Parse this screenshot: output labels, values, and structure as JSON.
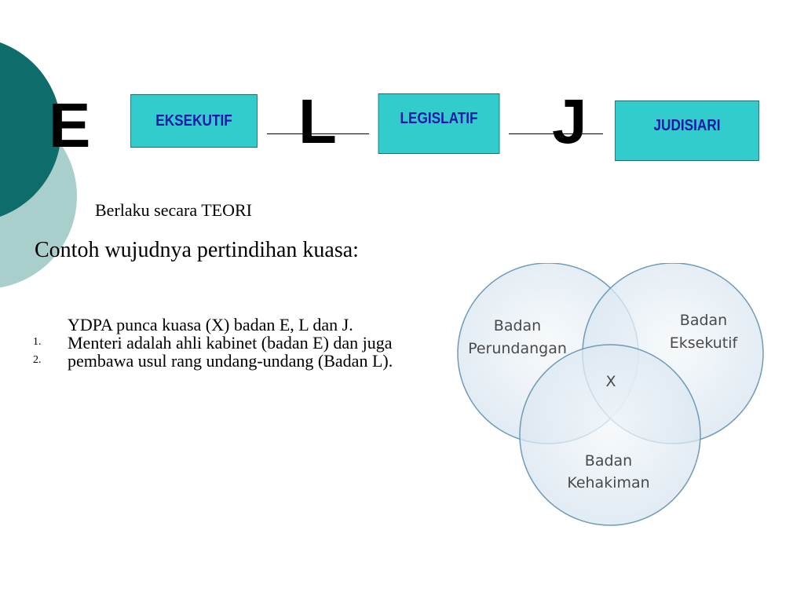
{
  "letters": {
    "e": "E",
    "l": "L",
    "j": "J"
  },
  "branches": {
    "executive": "EKSEKUTIF",
    "legislative": "LEGISLATIF",
    "judiciary": "JUDISIARI"
  },
  "note": "Berlaku secara TEORI",
  "subtitle": "Contoh wujudnya pertindihan kuasa:",
  "list": {
    "lead": "YDPA punca kuasa (X) badan E, L dan J.",
    "items": [
      {
        "number": "1.",
        "text": "Menteri adalah ahli kabinet (badan E) dan juga pembawa usul rang undang-undang (Badan L)."
      },
      {
        "number": "2.",
        "text": ""
      }
    ]
  },
  "venn": {
    "legislative": {
      "line1": "Badan",
      "line2": "Perundangan"
    },
    "executive": {
      "line1": "Badan",
      "line2": "Eksekutif"
    },
    "judiciary": {
      "line1": "Badan",
      "line2": "Kehakiman"
    },
    "center": "X"
  },
  "colors": {
    "box_fill": "#33cccc",
    "box_text": "#1a1aa6",
    "deco_dark": "#0e6d6a",
    "deco_light": "#a9cfcc",
    "venn_fill": "#dde8f0",
    "venn_stroke": "#6f9bb8"
  }
}
